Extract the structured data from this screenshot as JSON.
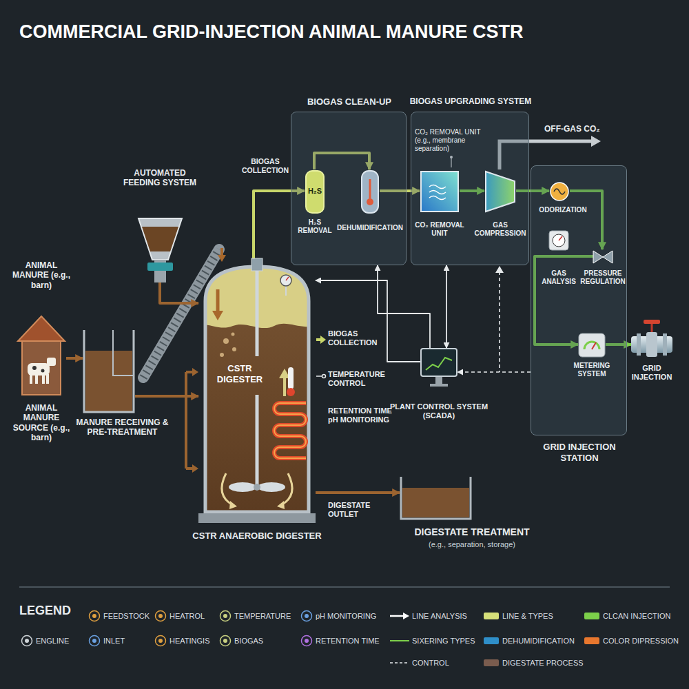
{
  "diagram": {
    "title": "COMMERCIAL GRID-INJECTION ANIMAL MANURE CSTR",
    "nodes": [
      {
        "text": [
          "ANIMAL MANURE (e.g., barn)",
          "ANIMAL MANURE SOURCE (e.g., barn)"
        ]
      },
      {
        "text": [
          "MANURE RECEIVING & PRE-TREATMENT"
        ]
      },
      {
        "text": [
          "AUTOMATED FEEDING SYSTEM"
        ]
      },
      {
        "text": [
          "CSTR DIGESTER",
          "CSTR ANAEROBIC DIGESTER"
        ]
      },
      {
        "text": [
          "DIGESTATE TREATMENT",
          "(e.g., separation, storage)"
        ]
      },
      {
        "text": [
          "BIOGAS CLEAN-UP"
        ]
      },
      {
        "text": [
          "H₂S",
          "H₂S REMOVAL"
        ],
        "in": 5
      },
      {
        "text": [
          "DEHUMIDIFICATION"
        ],
        "in": 5
      },
      {
        "text": [
          "BIOGAS UPGRADING SYSTEM"
        ]
      },
      {
        "text": [
          "CO₂ REMOVAL UNIT"
        ],
        "in": 8
      },
      {
        "text": [
          "GAS COMPRESSION"
        ],
        "in": 8
      },
      {
        "text": [
          "GRID INJECTION STATION"
        ]
      },
      {
        "text": [
          "ODORIZATION"
        ],
        "in": 11
      },
      {
        "text": [
          "GAS ANALYSIS"
        ],
        "in": 11
      },
      {
        "text": [
          "PRESSURE REGULATION"
        ],
        "in": 11
      },
      {
        "text": [
          "METERING SYSTEM"
        ],
        "in": 11
      },
      {
        "text": [
          "GRID INJECTION"
        ]
      },
      {
        "text": [
          "PLANT CONTROL SYSTEM (SCADA)"
        ]
      }
    ],
    "edges": [
      {
        "from": 0,
        "to": 1,
        "arrow": "to"
      },
      {
        "from": 1,
        "to": 3,
        "arrow": "to"
      },
      {
        "from": 2,
        "to": 3,
        "arrow": "to"
      },
      {
        "from": 3,
        "to": 6,
        "arrow": "to"
      },
      {
        "from": 6,
        "to": 7,
        "arrow": "to"
      },
      {
        "from": 7,
        "to": 9,
        "arrow": "to"
      },
      {
        "from": 9,
        "to": 10,
        "arrow": "to"
      },
      {
        "from": 10,
        "to": 12,
        "arrow": "to"
      },
      {
        "from": 12,
        "to": 14,
        "arrow": "to"
      },
      {
        "from": 14,
        "to": 15,
        "arrow": "to"
      },
      {
        "from": 15,
        "to": 16,
        "arrow": "to"
      },
      {
        "from": 3,
        "to": 4,
        "arrow": "to"
      },
      {
        "from": 17,
        "to": 3,
        "arrow": "to"
      },
      {
        "from": 17,
        "to": 5,
        "arrow": "to"
      },
      {
        "from": 17,
        "to": 8,
        "arrow": "both"
      },
      {
        "from": 11,
        "to": 17,
        "arrow": "to"
      }
    ],
    "labels": [
      "BIOGAS COLLECTION",
      "BIOGAS COLLECTION",
      "TEMPERATURE CONTROL",
      "RETENTION TIME pH MONITORING",
      "DIGESTATE OUTLET",
      "CO₂ REMOVAL UNIT (e.g., membrane separation)",
      "OFF-GAS CO₂",
      "LEGEND"
    ],
    "legend": [
      {
        "text": "FEEDSTOCK"
      },
      {
        "text": "HEATROL"
      },
      {
        "text": "TEMPERATURE"
      },
      {
        "text": "pH MONITORING"
      },
      {
        "text": "LINE ANALYSIS"
      },
      {
        "text": "LINE & TYPES",
        "color": "#d6e07a"
      },
      {
        "text": "CLCAN INJECTION",
        "color": "#7ccf4a"
      },
      {
        "text": "ENGLINE"
      },
      {
        "text": "INLET"
      },
      {
        "text": "HEATINGIS"
      },
      {
        "text": "BIOGAS"
      },
      {
        "text": "RETENTION TIME"
      },
      {
        "text": "SIXERING TYPES"
      },
      {
        "text": "DEHUMIDIFICATION",
        "color": "#2f8fc9"
      },
      {
        "text": "COLOR DIPRESSION",
        "color": "#e8772e"
      },
      {
        "text": "CONTROL"
      },
      {
        "text": "DIGESTATE PROCESS",
        "color": "#7a5c4e"
      }
    ]
  }
}
